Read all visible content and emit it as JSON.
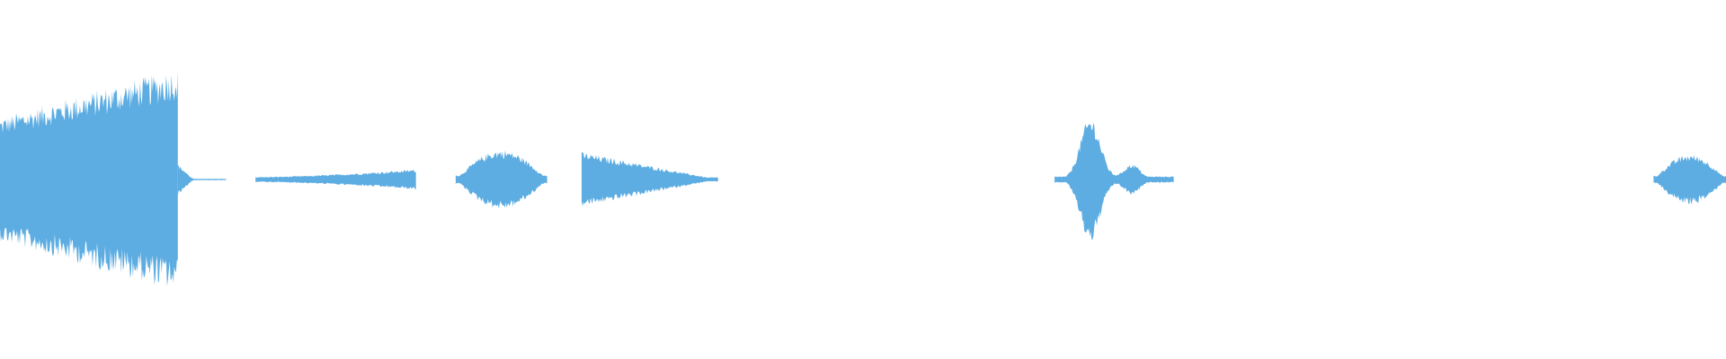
{
  "waveform": {
    "color": "#5dade2",
    "background": "#ffffff",
    "segments": [
      {
        "start": 0.0,
        "end": 0.103,
        "peak": 0.98,
        "shape": "swell-cutoff"
      },
      {
        "start": 0.103,
        "end": 0.112,
        "peak": 0.14,
        "shape": "decay"
      },
      {
        "start": 0.112,
        "end": 0.131,
        "peak": 0.01,
        "shape": "flat"
      },
      {
        "start": 0.148,
        "end": 0.241,
        "peak": 0.09,
        "shape": "rise"
      },
      {
        "start": 0.264,
        "end": 0.317,
        "peak": 0.26,
        "shape": "bump"
      },
      {
        "start": 0.337,
        "end": 0.416,
        "peak": 0.24,
        "shape": "decay"
      },
      {
        "start": 0.611,
        "end": 0.68,
        "peak": 0.55,
        "shape": "spike"
      },
      {
        "start": 0.958,
        "end": 1.0,
        "peak": 0.22,
        "shape": "bump"
      }
    ]
  }
}
